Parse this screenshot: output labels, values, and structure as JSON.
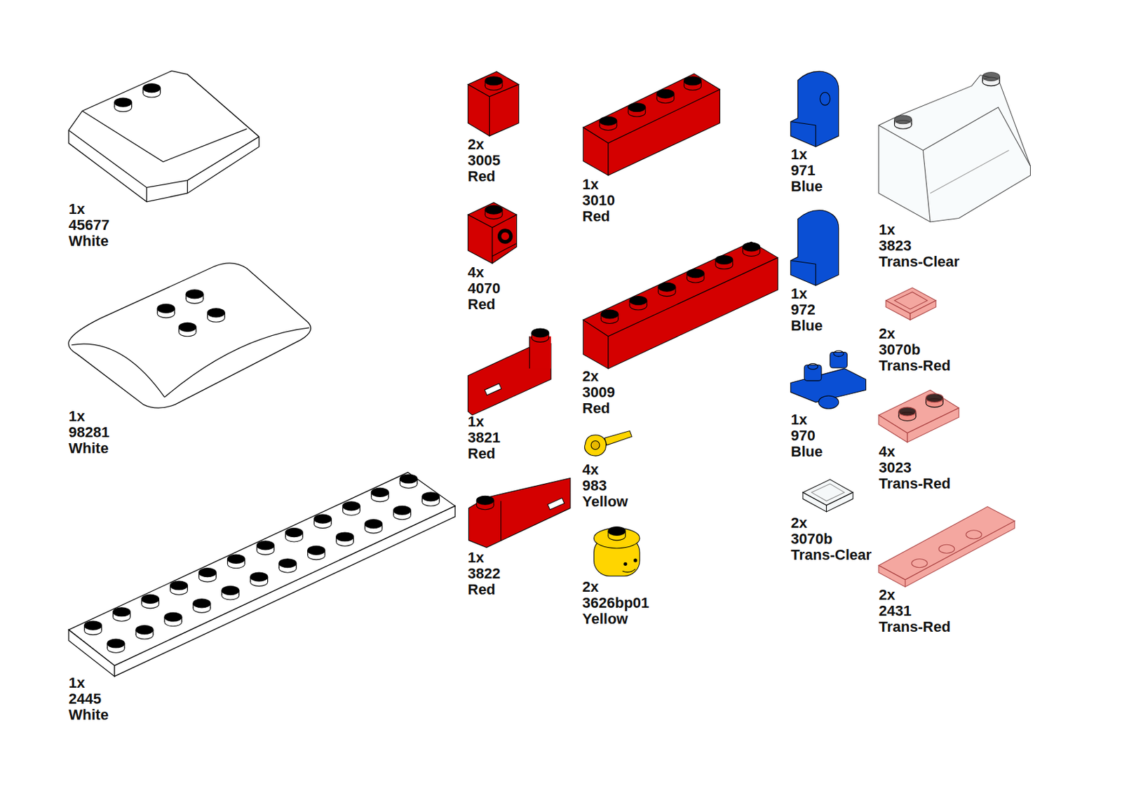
{
  "diagram": {
    "labels": [
      "1x",
      "45677",
      "White",
      "1x",
      "98281",
      "White",
      "1x",
      "2445",
      "White",
      "2x",
      "3005",
      "Red",
      "4x",
      "4070",
      "Red",
      "1x",
      "3821",
      "Red",
      "1x",
      "3822",
      "Red",
      "1x",
      "3010",
      "Red",
      "2x",
      "3009",
      "Red",
      "4x",
      "983",
      "Yellow",
      "2x",
      "3626bp01",
      "Yellow",
      "1x",
      "971",
      "Blue",
      "1x",
      "972",
      "Blue",
      "1x",
      "970",
      "Blue",
      "2x",
      "3070b",
      "Trans-Clear",
      "1x",
      "3823",
      "Trans-Clear",
      "2x",
      "3070b",
      "Trans-Red",
      "4x",
      "3023",
      "Trans-Red",
      "2x",
      "2431",
      "Trans-Red"
    ]
  }
}
